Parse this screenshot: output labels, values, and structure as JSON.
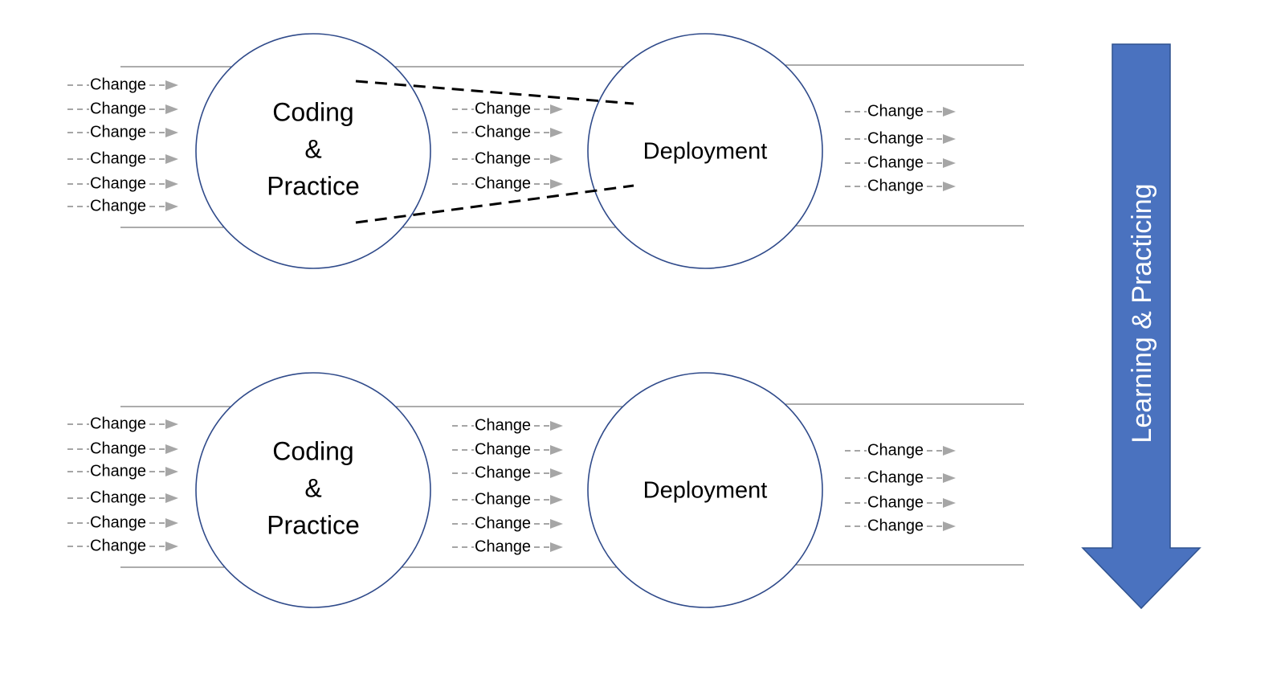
{
  "rows": [
    {
      "id": "top",
      "coding_label_lines": [
        "Coding",
        "&",
        "Practice"
      ],
      "deployment_label": "Deployment",
      "input_changes": [
        "Change",
        "Change",
        "Change",
        "Change",
        "Change",
        "Change"
      ],
      "middle_changes": [
        "Change",
        "Change",
        "Change",
        "Change"
      ],
      "output_changes": [
        "Change",
        "Change",
        "Change",
        "Change"
      ],
      "bottleneck": true
    },
    {
      "id": "bottom",
      "coding_label_lines": [
        "Coding",
        "&",
        "Practice"
      ],
      "deployment_label": "Deployment",
      "input_changes": [
        "Change",
        "Change",
        "Change",
        "Change",
        "Change",
        "Change"
      ],
      "middle_changes": [
        "Change",
        "Change",
        "Change",
        "Change",
        "Change",
        "Change"
      ],
      "output_changes": [
        "Change",
        "Change",
        "Change",
        "Change"
      ],
      "bottleneck": false
    }
  ],
  "side_arrow": {
    "label": "Learning & Practicing",
    "color": "#4a72bf",
    "border": "#2f528f"
  },
  "colors": {
    "circle_stroke": "#2f4a8a",
    "change_arrow": "#a6a6a6"
  }
}
